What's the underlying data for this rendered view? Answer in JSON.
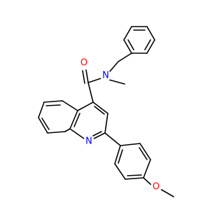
{
  "atoms": {
    "carbonyl_oxygen": "O",
    "amide_nitrogen": "N",
    "quinoline_nitrogen": "N",
    "ether_oxygen": "O"
  },
  "colors": {
    "bond": "#000000",
    "oxygen": "#ff0000",
    "nitrogen": "#0000ff"
  }
}
